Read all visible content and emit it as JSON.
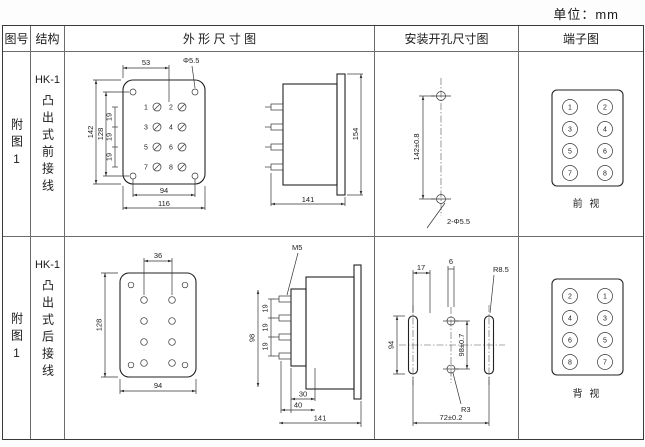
{
  "unit": "单位：mm",
  "headers": [
    "图号",
    "结构",
    "外 形 尺 寸 图",
    "安装开孔尺寸图",
    "端子图"
  ],
  "row1": {
    "fig": "附图1",
    "model": "HK-1",
    "structure": "凸出式前接线",
    "outline": {
      "top_width": "53",
      "hole_dia": "Φ5.5",
      "pitches": [
        "19",
        "19",
        "19"
      ],
      "height_inner": "128",
      "height_outer": "142",
      "width_inner": "94",
      "width_outer": "116",
      "side_height": "154",
      "side_depth": "141",
      "terminals": [
        "1",
        "2",
        "3",
        "4",
        "5",
        "6",
        "7",
        "8"
      ]
    },
    "mounting": {
      "pitch": "142±0.8",
      "note": "2-Φ5.5"
    },
    "terminal": {
      "label": "前  视",
      "nums": [
        "1",
        "2",
        "3",
        "4",
        "5",
        "6",
        "7",
        "8"
      ]
    }
  },
  "row2": {
    "fig": "附图1",
    "model": "HK-1",
    "structure": "凸出式后接线",
    "outline": {
      "top_width": "36",
      "height": "128",
      "width": "94",
      "screw": "M5",
      "side_height": "98",
      "pitches": [
        "19",
        "19",
        "19"
      ],
      "depth_a": "30",
      "depth_b": "40",
      "side_depth": "141"
    },
    "mounting": {
      "d17": "17",
      "d6": "6",
      "r_slot": "R8.5",
      "d94": "94",
      "d98": "98±0.7",
      "r_center": "R3",
      "d72": "72±0.2"
    },
    "terminal": {
      "label": "背  视",
      "nums": [
        "2",
        "1",
        "4",
        "3",
        "6",
        "5",
        "8",
        "7"
      ]
    }
  }
}
